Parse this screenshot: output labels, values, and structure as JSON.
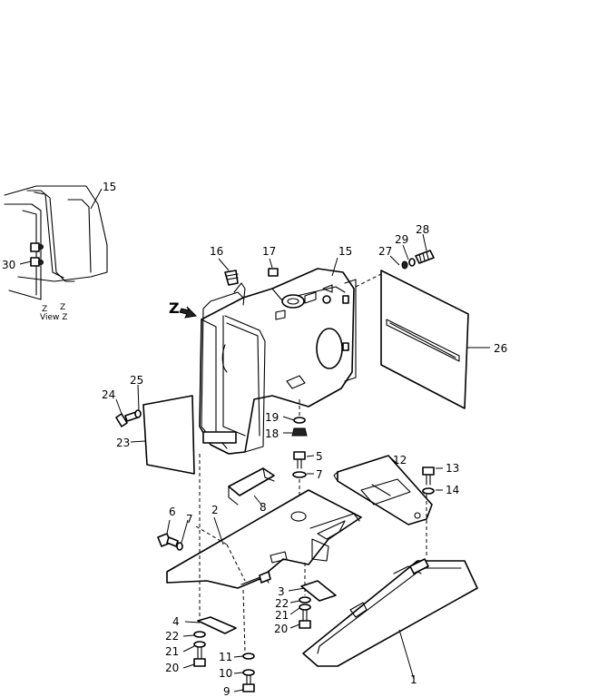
{
  "view_label": "View Z",
  "view_letter": "Z",
  "view_mark": "Z",
  "view_mark_sub": "→",
  "callouts": [
    {
      "id": "l15a",
      "text": "15"
    },
    {
      "id": "l30",
      "text": "30"
    },
    {
      "id": "l16",
      "text": "16"
    },
    {
      "id": "l17",
      "text": "17"
    },
    {
      "id": "l15b",
      "text": "15"
    },
    {
      "id": "l27",
      "text": "27"
    },
    {
      "id": "l29",
      "text": "29"
    },
    {
      "id": "l28",
      "text": "28"
    },
    {
      "id": "l26",
      "text": "26"
    },
    {
      "id": "l24",
      "text": "24"
    },
    {
      "id": "l25",
      "text": "25"
    },
    {
      "id": "l23",
      "text": "23"
    },
    {
      "id": "l19",
      "text": "19"
    },
    {
      "id": "l18",
      "text": "18"
    },
    {
      "id": "l5",
      "text": "5"
    },
    {
      "id": "l7a",
      "text": "7"
    },
    {
      "id": "l12",
      "text": "12"
    },
    {
      "id": "l13",
      "text": "13"
    },
    {
      "id": "l14",
      "text": "14"
    },
    {
      "id": "l8",
      "text": "8"
    },
    {
      "id": "l6",
      "text": "6"
    },
    {
      "id": "l7b",
      "text": "7"
    },
    {
      "id": "l2",
      "text": "2"
    },
    {
      "id": "l3",
      "text": "3"
    },
    {
      "id": "l22a",
      "text": "22"
    },
    {
      "id": "l21a",
      "text": "21"
    },
    {
      "id": "l20a",
      "text": "20"
    },
    {
      "id": "l4",
      "text": "4"
    },
    {
      "id": "l22b",
      "text": "22"
    },
    {
      "id": "l21b",
      "text": "21"
    },
    {
      "id": "l20b",
      "text": "20"
    },
    {
      "id": "l11",
      "text": "11"
    },
    {
      "id": "l10",
      "text": "10"
    },
    {
      "id": "l9",
      "text": "9"
    },
    {
      "id": "l1",
      "text": "1"
    }
  ]
}
